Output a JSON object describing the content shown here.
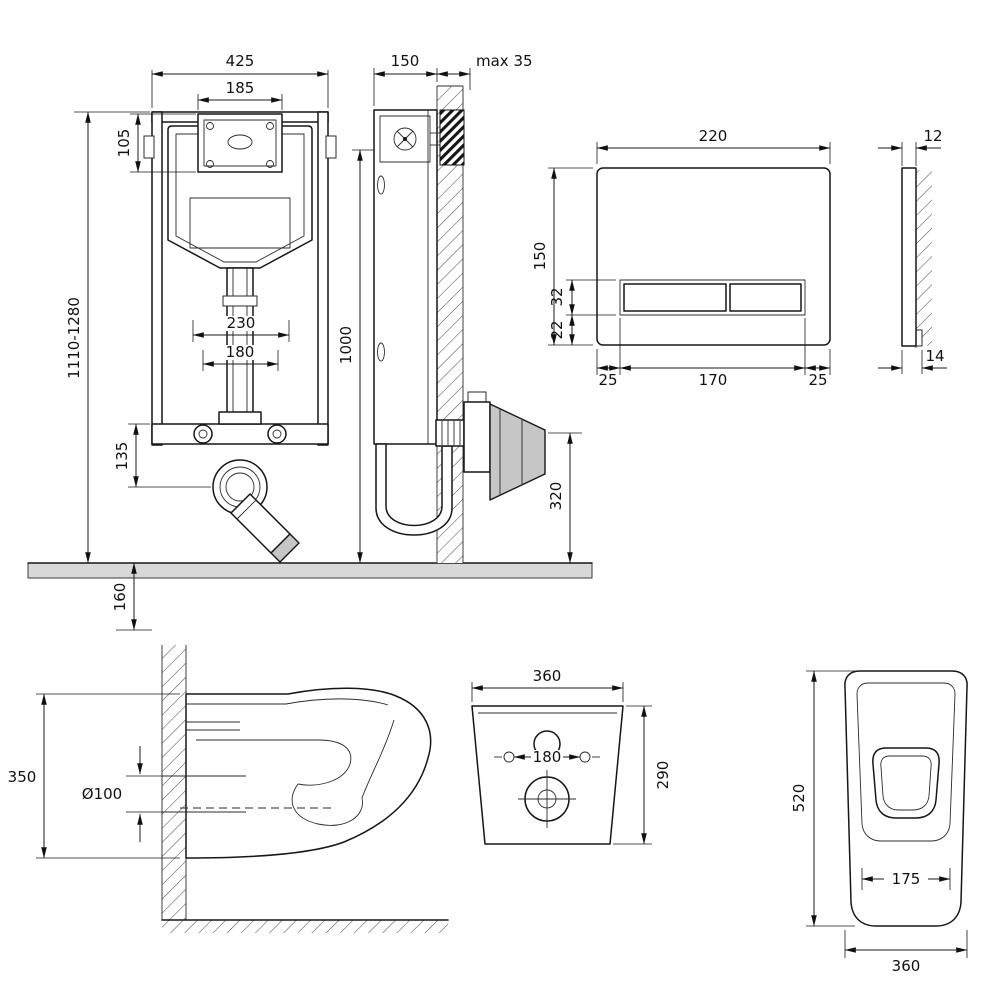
{
  "frame_front": {
    "overall_width": "425",
    "access_width": "185",
    "access_height": "105",
    "install_height": "1110-1280",
    "span_outer": "230",
    "span_inner": "180",
    "outlet_offset": "135",
    "floor_depth": "160"
  },
  "frame_side": {
    "depth": "150",
    "wall_max": "max 35",
    "height": "1000",
    "outlet_height": "320"
  },
  "flush_plate": {
    "width": "220",
    "height": "150",
    "button_height": "32",
    "bottom_offset": "22",
    "margin_left": "25",
    "button_span": "170",
    "margin_right": "25",
    "thickness_top": "12",
    "thickness_bottom": "14"
  },
  "bowl_side": {
    "height": "350",
    "drain_diameter": "Ø100"
  },
  "bowl_rear": {
    "width": "360",
    "bolt_span": "180",
    "height": "290"
  },
  "bowl_top": {
    "depth": "520",
    "seat_width": "175",
    "width": "360"
  }
}
